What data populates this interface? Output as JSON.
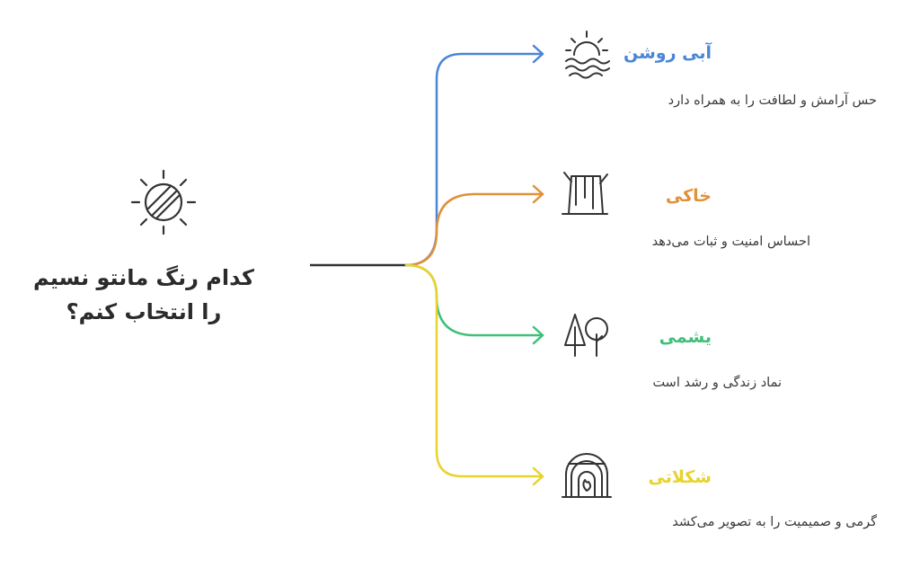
{
  "question": {
    "line1": "کدام رنگ مانتو نسیم",
    "line2": "را انتخاب کنم؟"
  },
  "options": [
    {
      "title": "آبی روشن",
      "description": "حس آرامش و لطافت را به همراه دارد",
      "color": "#4a86d6",
      "icon": "sunset-over-water-icon"
    },
    {
      "title": "خاکی",
      "description": "احساس امنیت و ثبات می‌دهد",
      "color": "#e0913a",
      "icon": "tree-stump-icon"
    },
    {
      "title": "یشمی",
      "description": "نماد زندگی و رشد است",
      "color": "#3fc07a",
      "icon": "trees-icon"
    },
    {
      "title": "شکلاتی",
      "description": "گرمی و صمیمیت را به تصویر می‌کشد",
      "color": "#e8d22c",
      "icon": "fireplace-icon"
    }
  ],
  "colors": {
    "trunk": "#333333",
    "icon": "#333333",
    "text": "#2b2b2b"
  },
  "central_icon": "sun-icon"
}
